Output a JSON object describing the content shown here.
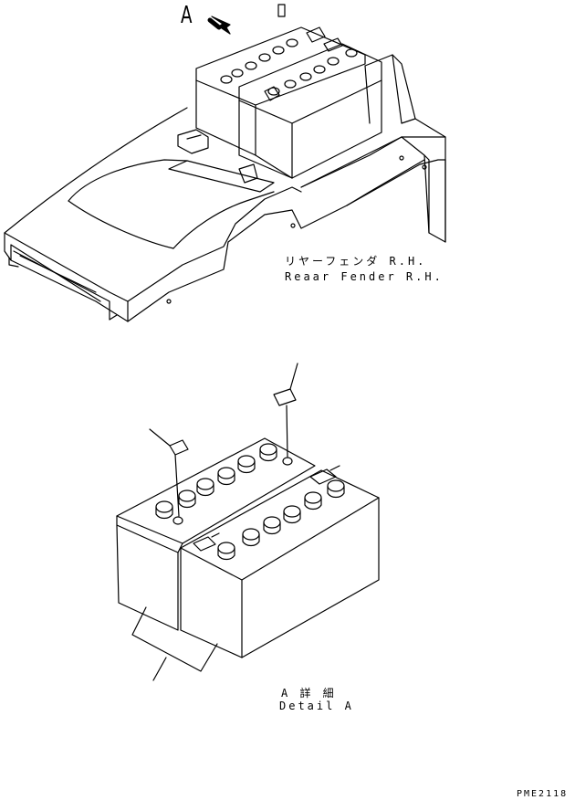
{
  "view_marker": {
    "letter": "A"
  },
  "fender_label": {
    "jp": "リヤーフェンダ R.H.",
    "en": "Reaar Fender R.H."
  },
  "detail_label": {
    "jp": "A 詳 細",
    "en": "Detail A"
  },
  "drawing_code": "PME2118",
  "colors": {
    "line": "#000000",
    "background": "#ffffff"
  }
}
